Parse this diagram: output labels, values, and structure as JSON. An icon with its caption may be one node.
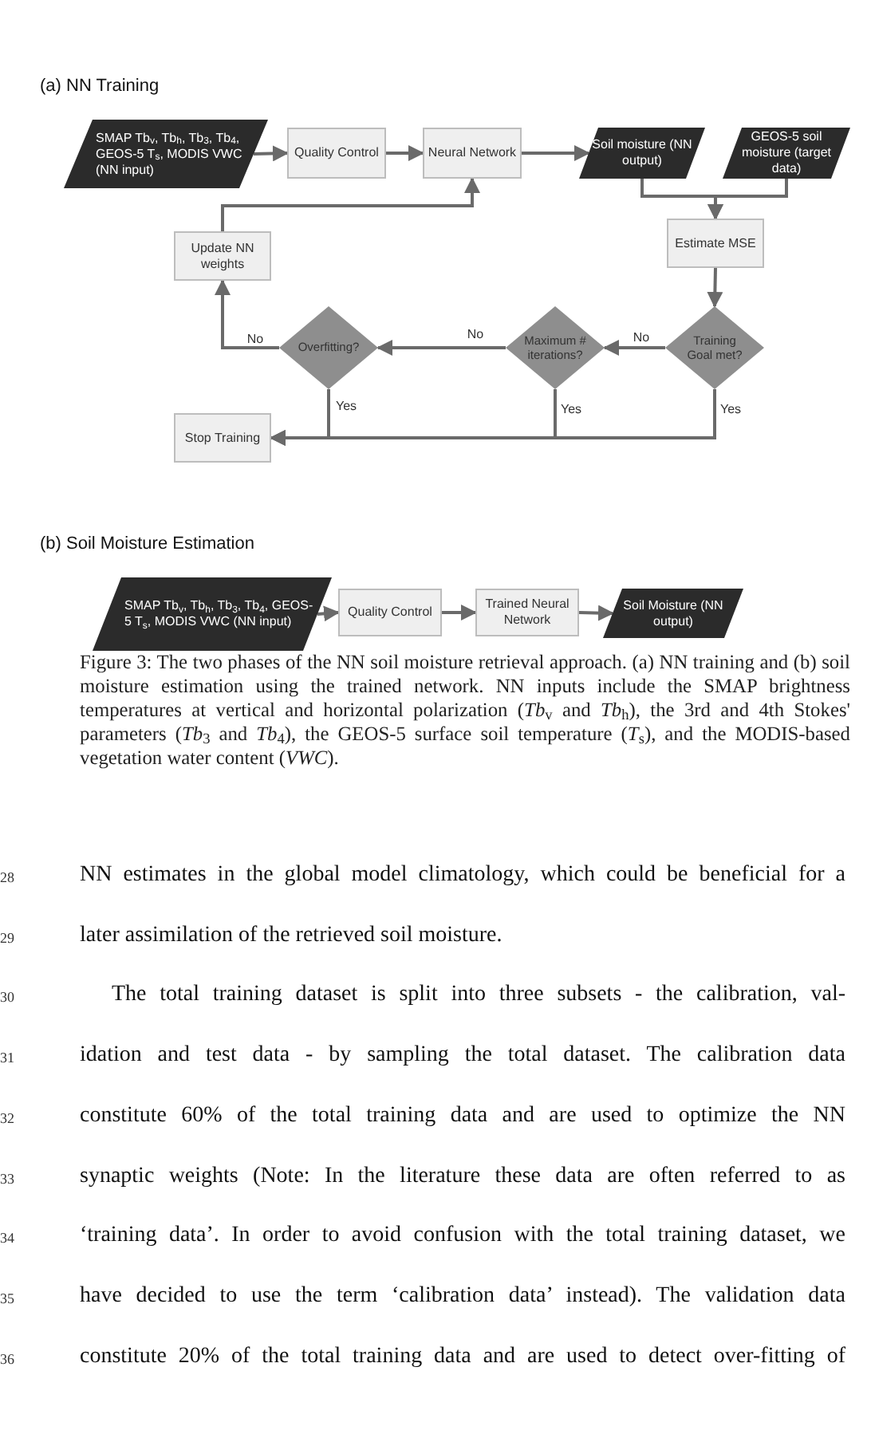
{
  "diagram": {
    "caption": "Figure 3: The two phases of the NN soil moisture retrieval approach. (a) NN training and (b) soil moisture estimation using the trained network. NN inputs include the SMAP brightness temperatures at vertical and horizontal polarization (*Tb*$_{v}$ and *Tb*$_{h}$), the 3rd and 4th Stokes' parameters (*Tb*$_{3}$ and *Tb*$_{4}$), the GEOS-5 surface soil temperature (*T*$_{s}$), and the MODIS-based vegetation water content (*VWC*).",
    "nodes": [
      {
        "text": [
          "SMAP Tb$_{v}$, Tb$_{h}$, Tb$_{3}$, Tb$_{4}$, GEOS-5 T$_{s}$, MODIS VWC (NN input)"
        ]
      },
      {
        "text": [
          "Quality Control"
        ]
      },
      {
        "text": [
          "Neural Network"
        ]
      },
      {
        "text": [
          "Soil moisture (NN output)"
        ]
      },
      {
        "text": [
          "GEOS-5 soil moisture (target data)"
        ]
      },
      {
        "text": [
          "Estimate MSE"
        ]
      },
      {
        "text": [
          "Update NN weights"
        ]
      },
      {
        "text": [
          "Overfitting?"
        ]
      },
      {
        "text": [
          "Maximum # iterations?"
        ]
      },
      {
        "text": [
          "Training Goal met?"
        ]
      },
      {
        "text": [
          "Stop Training"
        ]
      },
      {
        "text": [
          "SMAP Tb$_{v}$, Tb$_{h}$, Tb$_{3}$, Tb$_{4}$, GEOS-5 T$_{s}$, MODIS VWC (NN input)"
        ]
      },
      {
        "text": [
          "Quality Control"
        ]
      },
      {
        "text": [
          "Trained Neural Network"
        ]
      },
      {
        "text": [
          "Soil Moisture (NN output)"
        ]
      }
    ],
    "edges": [
      {
        "from": 0,
        "to": 1,
        "arrow": "to"
      },
      {
        "from": 1,
        "to": 2,
        "arrow": "to"
      },
      {
        "from": 2,
        "to": 3,
        "arrow": "to"
      },
      {
        "from": 3,
        "to": 5,
        "arrow": "to"
      },
      {
        "from": 4,
        "to": 5,
        "arrow": "to"
      },
      {
        "from": 5,
        "to": 9,
        "arrow": "to"
      },
      {
        "from": 9,
        "to": 8,
        "arrow": "to",
        "label": "No"
      },
      {
        "from": 8,
        "to": 7,
        "arrow": "to",
        "label": "No"
      },
      {
        "from": 7,
        "to": 6,
        "arrow": "to",
        "label": "No"
      },
      {
        "from": 6,
        "to": 2,
        "arrow": "to"
      },
      {
        "from": 7,
        "to": 10,
        "arrow": "to",
        "label": "Yes"
      },
      {
        "from": 8,
        "to": 10,
        "arrow": "to",
        "label": "Yes"
      },
      {
        "from": 9,
        "to": 10,
        "arrow": "to",
        "label": "Yes"
      },
      {
        "from": 11,
        "to": 12,
        "arrow": "to"
      },
      {
        "from": 12,
        "to": 13,
        "arrow": "to"
      },
      {
        "from": 13,
        "to": 14,
        "arrow": "to"
      }
    ],
    "labels": [
      "(a) NN Training",
      "(b) Soil Moisture Estimation",
      "28",
      "NN estimates in the global model climatology, which could be beneficial for a",
      "29",
      "later assimilation of the retrieved soil moisture.",
      "30",
      "The total training dataset is split into three subsets - the calibration, val-",
      "31",
      "idation and test data - by sampling the total dataset. The calibration data",
      "32",
      "constitute 60% of the total training data and are used to optimize the NN",
      "33",
      "synaptic weights (Note: In the literature these data are often referred to as",
      "34",
      "‘training data’. In order to avoid confusion with the total training dataset, we",
      "35",
      "have decided to use the term ‘calibration data’ instead). The validation data",
      "36",
      "constitute 20% of the total training data and are used to detect over-fitting of"
    ]
  }
}
